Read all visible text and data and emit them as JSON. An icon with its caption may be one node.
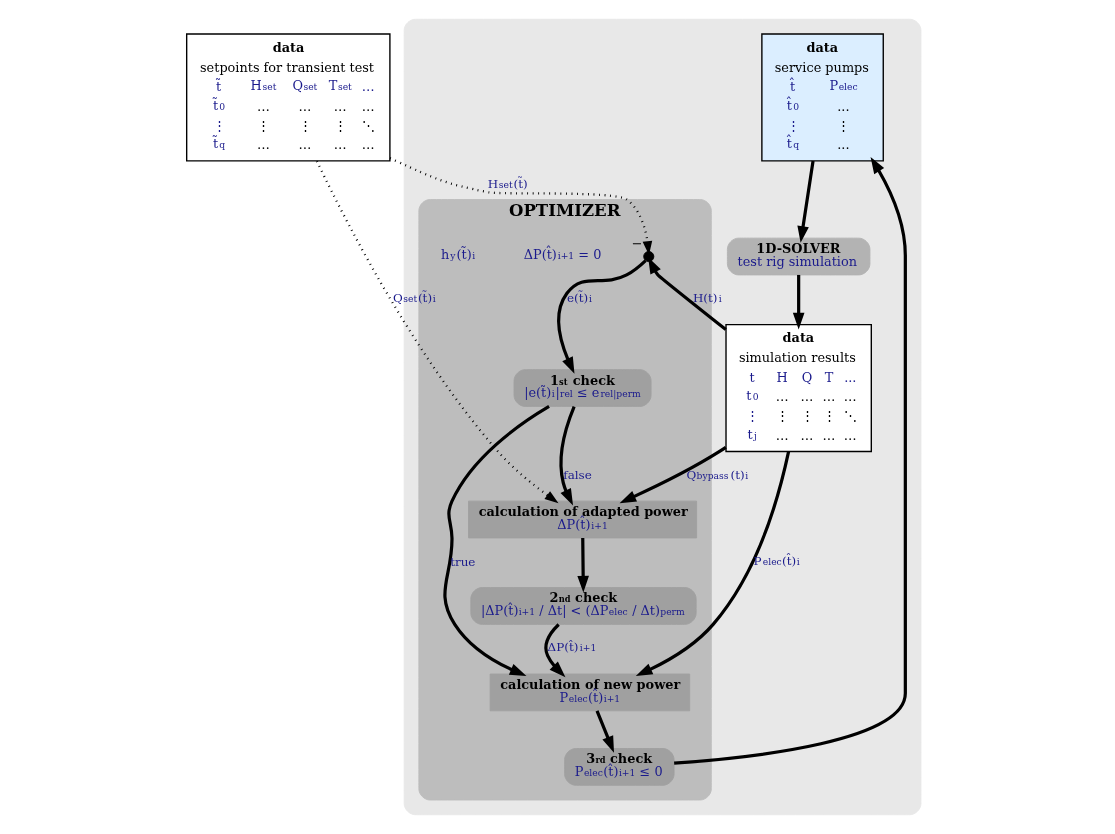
{
  "diagram": {
    "nodes": [
      {
        "text": [
          "data",
          "setpoints for transient test",
          "t̃",
          "H$_{set}$",
          "Q$_{set}$",
          "T$_{set}$",
          "…",
          "t̃$_{0}$",
          "…",
          "…",
          "…",
          "…",
          "⋮",
          "⋮",
          "⋮",
          "⋮",
          "⋱",
          "t̃$_{q}$",
          "…",
          "…",
          "…",
          "…"
        ]
      },
      {
        "text": [],
        "shape": "box"
      },
      {
        "text": [
          "data",
          "service pumps",
          "t̂",
          "P$_{elec}$",
          "t̂$_{0}$",
          "...",
          "⋮",
          "⋮",
          "t̂$_{q}$",
          "..."
        ],
        "in": 1
      },
      {
        "text": [
          "1D-SOLVER",
          "test rig simulation"
        ],
        "in": 1
      },
      {
        "text": [
          "data",
          "simulation results",
          "t",
          "H",
          "Q",
          "T",
          "...",
          "t$_{0}$",
          "…",
          "…",
          "…",
          "…",
          "⋮",
          "⋮",
          "⋮",
          "⋮",
          "⋱",
          "t$_{j}$",
          "…",
          "…",
          "…",
          "…"
        ],
        "in": 1
      },
      {
        "text": [
          "OPTIMIZER"
        ],
        "in": 1
      },
      {
        "text": [
          "3$^{rd}$ check",
          "P$_{elec}$(t̂)$_{i+1}$ ≤ 0"
        ],
        "in": 5
      },
      {
        "text": [
          "calculation of new power",
          "P$_{elec}$(t̂)$_{i+1}$"
        ],
        "in": 5
      },
      {
        "text": [
          "1$^{st}$ check",
          "|e(t̃)$_{i}$|$_{rel}$ ≤ e$_{rel|perm}$"
        ],
        "in": 5
      },
      {
        "text": [],
        "shape": "circle",
        "beside": [
          "−"
        ],
        "in": 5
      },
      {
        "text": [
          "2$^{nd}$ check",
          "|ΔP(t̂)$_{i+1}$ / Δt| < (ΔP$_{elec}$ / Δt)$_{perm}$"
        ],
        "in": 5
      },
      {
        "text": [
          "calculation of adapted power",
          "ΔP(t̂)$_{i+1}$"
        ],
        "in": 5
      }
    ],
    "edges": [
      {
        "from": 2,
        "to": 3,
        "arrow": "to"
      },
      {
        "from": 3,
        "to": 4,
        "arrow": "to"
      },
      {
        "from": 4,
        "to": 7,
        "arrow": "to",
        "label": "P$_{elec}$(t̂)$_{i}$"
      },
      {
        "from": 4,
        "to": 9,
        "arrow": "to",
        "label": "H(t)$_{i}$"
      },
      {
        "from": 0,
        "to": 9,
        "arrow": "to",
        "label": "H$_{set}$(t̃)",
        "style": "dashed"
      },
      {
        "from": 9,
        "to": 8,
        "arrow": "to",
        "label": "e(t̃)$_{i}$"
      },
      {
        "from": 8,
        "to": 7,
        "arrow": "to",
        "label": "true"
      },
      {
        "from": 8,
        "to": 11,
        "arrow": "to",
        "label": "false"
      },
      {
        "from": 4,
        "to": 11,
        "arrow": "to",
        "label": "Q$_{bypass}$(t)$_{i}$"
      },
      {
        "from": 0,
        "to": 11,
        "arrow": "to",
        "label": "Q$_{set}$(t̃)$_{i}$",
        "style": "dashed"
      },
      {
        "from": 11,
        "to": 10,
        "arrow": "to"
      },
      {
        "from": 10,
        "to": 7,
        "arrow": "to",
        "label": "ΔP(t̂)$_{i+1}$"
      },
      {
        "from": 7,
        "to": 6,
        "arrow": "to"
      },
      {
        "from": 6,
        "to": 2,
        "arrow": "to"
      }
    ],
    "labels": [
      "ΔP(t̂)$_{i+1}$ = 0",
      "h$_{y}$(t̃)$_{i}$"
    ]
  }
}
